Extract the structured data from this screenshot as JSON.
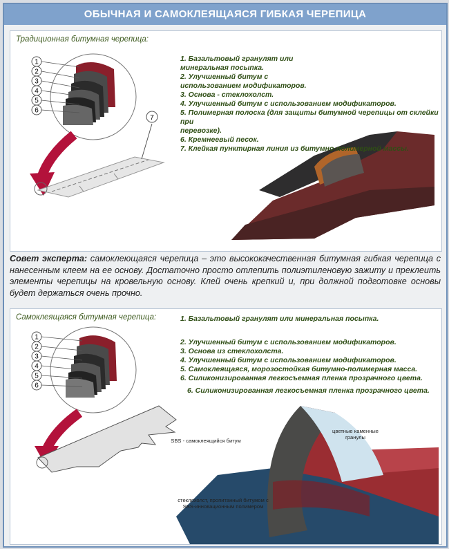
{
  "title": "ОБЫЧНАЯ И САМОКЛЕЯЩАЯСЯ ГИБКАЯ ЧЕРЕПИЦА",
  "section1": {
    "heading": "Традиционная битумная черепица:",
    "legend": [
      "1. Базальтовый гранулят или",
      "минеральная посыпка.",
      "2. Улучшенный битум с",
      "использованием модификаторов.",
      "3. Основа - стеклохолст.",
      "4. Улучшенный битум с использованием модификаторов.",
      "5. Полимерная полоска (для защиты битумной черепицы от склейки при",
      "перевозке).",
      "6. Кремнеевый песок.",
      "7. Клейкая пунктирная линия из битумно-полимерной массы."
    ],
    "markers": [
      "1",
      "2",
      "3",
      "4",
      "5",
      "6",
      "7"
    ]
  },
  "tip": {
    "label": "Совет эксперта:",
    "text": " самоклеющаяся черепица – это высококачественная битумная гибкая черепица с нанесенным клеем на ее основу. Достаточно просто отлепить полиэтиленовую зажиту и преклеить элементы черепицы на кровельную основу. Клей очень крепкий и, при должной подготовке основы будет держаться очень прочно."
  },
  "section2": {
    "heading": "Самоклеящаяся битумная черепица:",
    "legend_first": "1. Базальтовый гранулят или минеральная посыпка.",
    "legend": [
      "2. Улучшенный битум с использованием модификаторов.",
      "3. Основа из стеклохолста.",
      "4. Улучшенный битум с использованием модификаторов.",
      "5. Самоклеящаяся, морозостойкая битумно-полимерная масса.",
      "6. Силиконизированная легкосъемная пленка прозрачного цвета."
    ],
    "legend_last": "6. Силиконизированная легкосъемная пленка прозрачного цвета.",
    "markers": [
      "1",
      "2",
      "3",
      "4",
      "5",
      "6"
    ],
    "callouts": {
      "sbs": "SBS - самоклеящийся битум",
      "granules": "цветные каменные гранулы",
      "fiberglass": "стеклохолст, пропитанный битумом с SBS-инновационным полимером"
    }
  },
  "colors": {
    "title_bg": "#7fa2cc",
    "legend_text": "#2f4e15",
    "arrow": "#b3123b",
    "shingle_red": "#7a2a2a",
    "shingle_dark": "#3a3533"
  }
}
